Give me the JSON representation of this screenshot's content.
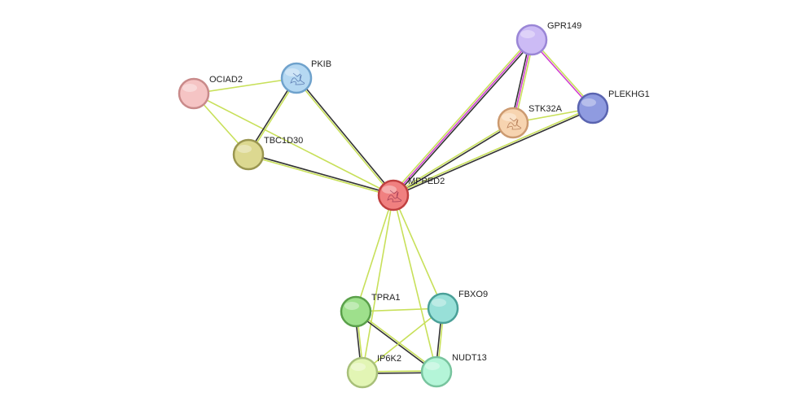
{
  "network": {
    "nodes": [
      {
        "id": "MPPED2",
        "label": "MPPED2",
        "fill": "#f08080",
        "stroke": "#c04040",
        "structure": true,
        "structure_color": "#8b2a4a"
      },
      {
        "id": "GPR149",
        "label": "GPR149",
        "fill": "#ccbbf5",
        "stroke": "#9a86d6",
        "structure": false
      },
      {
        "id": "PLEKHG1",
        "label": "PLEKHG1",
        "fill": "#8f9be0",
        "stroke": "#5a64b0",
        "structure": false
      },
      {
        "id": "STK32A",
        "label": "STK32A",
        "fill": "#f7d4b0",
        "stroke": "#cc9a70",
        "structure": true,
        "structure_color": "#a0603a"
      },
      {
        "id": "PKIB",
        "label": "PKIB",
        "fill": "#b5d8f2",
        "stroke": "#6fa2cc",
        "structure": true,
        "structure_color": "#3a5a9a"
      },
      {
        "id": "OCIAD2",
        "label": "OCIAD2",
        "fill": "#f5c4c4",
        "stroke": "#c98a8a",
        "structure": false
      },
      {
        "id": "TBC1D30",
        "label": "TBC1D30",
        "fill": "#dcd890",
        "stroke": "#9a9650",
        "structure": false
      },
      {
        "id": "TPRA1",
        "label": "TPRA1",
        "fill": "#9ee08c",
        "stroke": "#5aa04a",
        "structure": false
      },
      {
        "id": "FBXO9",
        "label": "FBXO9",
        "fill": "#98e0d8",
        "stroke": "#4aa098",
        "structure": false
      },
      {
        "id": "IP6K2",
        "label": "IP6K2",
        "fill": "#e2f5b4",
        "stroke": "#a8c07a",
        "structure": false
      },
      {
        "id": "NUDT13",
        "label": "NUDT13",
        "fill": "#b4f5d8",
        "stroke": "#78c49e",
        "structure": false
      }
    ],
    "edges": [
      {
        "from": "MPPED2",
        "to": "GPR149",
        "colors": [
          "#c8e05a",
          "#d040d0",
          "#333333"
        ]
      },
      {
        "from": "MPPED2",
        "to": "STK32A",
        "colors": [
          "#c8e05a",
          "#333333"
        ]
      },
      {
        "from": "MPPED2",
        "to": "PLEKHG1",
        "colors": [
          "#c8e05a",
          "#333333"
        ]
      },
      {
        "from": "MPPED2",
        "to": "PKIB",
        "colors": [
          "#c8e05a",
          "#333333"
        ]
      },
      {
        "from": "MPPED2",
        "to": "TBC1D30",
        "colors": [
          "#c8e05a",
          "#333333"
        ]
      },
      {
        "from": "MPPED2",
        "to": "OCIAD2",
        "colors": [
          "#c8e05a"
        ]
      },
      {
        "from": "MPPED2",
        "to": "TPRA1",
        "colors": [
          "#c8e05a"
        ]
      },
      {
        "from": "MPPED2",
        "to": "FBXO9",
        "colors": [
          "#c8e05a"
        ]
      },
      {
        "from": "MPPED2",
        "to": "IP6K2",
        "colors": [
          "#c8e05a"
        ]
      },
      {
        "from": "MPPED2",
        "to": "NUDT13",
        "colors": [
          "#c8e05a"
        ]
      },
      {
        "from": "GPR149",
        "to": "STK32A",
        "colors": [
          "#c8e05a",
          "#d040d0",
          "#333333"
        ]
      },
      {
        "from": "GPR149",
        "to": "PLEKHG1",
        "colors": [
          "#c8e05a",
          "#d040d0"
        ]
      },
      {
        "from": "STK32A",
        "to": "PLEKHG1",
        "colors": [
          "#c8e05a"
        ]
      },
      {
        "from": "PKIB",
        "to": "OCIAD2",
        "colors": [
          "#c8e05a"
        ]
      },
      {
        "from": "PKIB",
        "to": "TBC1D30",
        "colors": [
          "#c8e05a",
          "#333333"
        ]
      },
      {
        "from": "OCIAD2",
        "to": "TBC1D30",
        "colors": [
          "#c8e05a"
        ]
      },
      {
        "from": "TPRA1",
        "to": "FBXO9",
        "colors": [
          "#c8e05a"
        ]
      },
      {
        "from": "TPRA1",
        "to": "IP6K2",
        "colors": [
          "#c8e05a",
          "#333333"
        ]
      },
      {
        "from": "TPRA1",
        "to": "NUDT13",
        "colors": [
          "#c8e05a",
          "#333333"
        ]
      },
      {
        "from": "FBXO9",
        "to": "IP6K2",
        "colors": [
          "#c8e05a"
        ]
      },
      {
        "from": "FBXO9",
        "to": "NUDT13",
        "colors": [
          "#c8e05a",
          "#333333"
        ]
      },
      {
        "from": "IP6K2",
        "to": "NUDT13",
        "colors": [
          "#c8e05a",
          "#333333"
        ]
      }
    ]
  }
}
